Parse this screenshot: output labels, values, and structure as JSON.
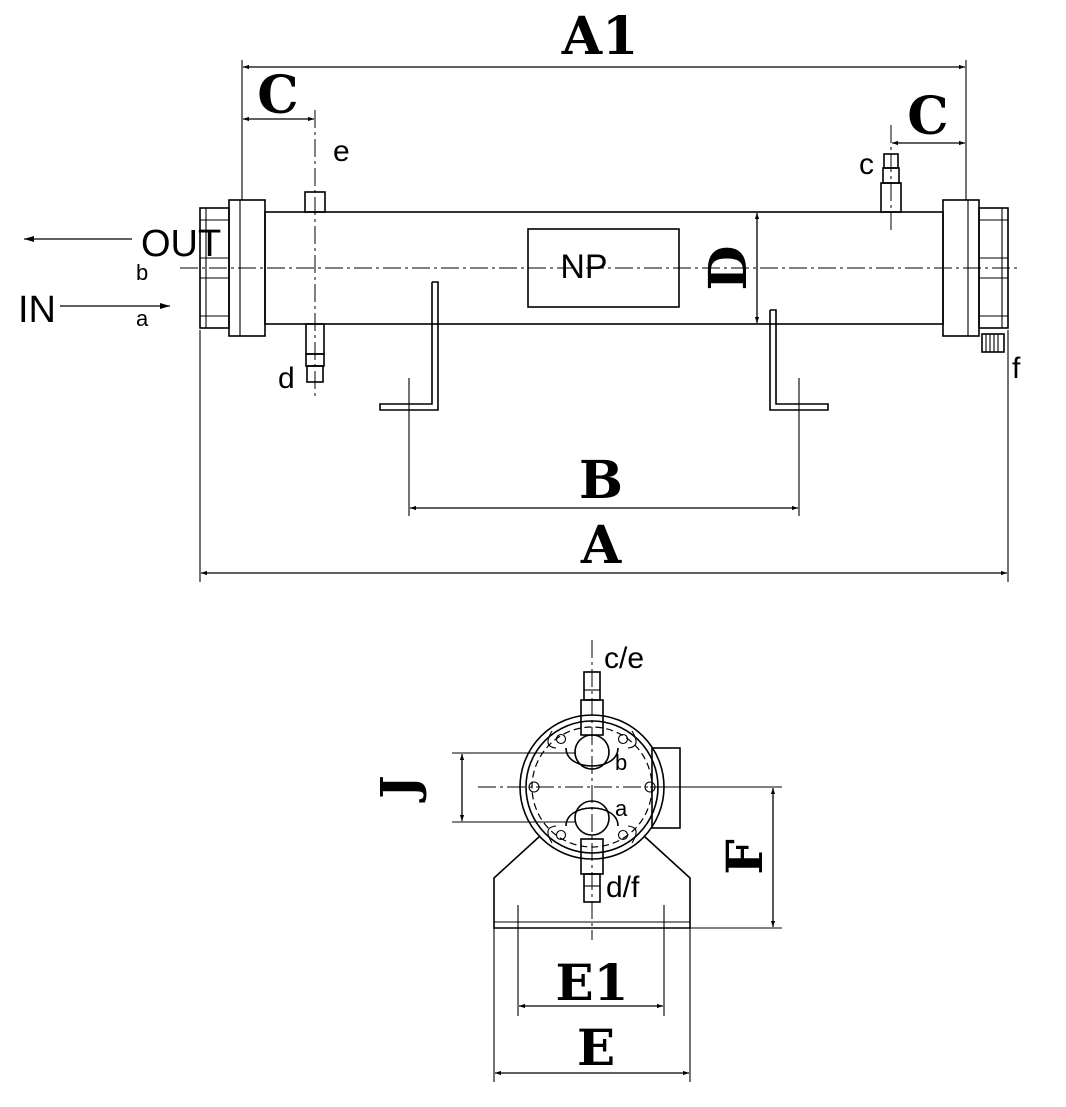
{
  "dimensions": {
    "A1": "A1",
    "C_left": "C",
    "C_right": "C",
    "D": "D",
    "B": "B",
    "A": "A",
    "J": "J",
    "F": "F",
    "E1": "E1",
    "E": "E"
  },
  "ports": {
    "out": "OUT",
    "in": "IN",
    "b": "b",
    "a": "a",
    "c": "c",
    "d": "d",
    "e": "e",
    "f": "f",
    "ce": "c/e",
    "df": "d/f",
    "b_end": "b",
    "a_end": "a"
  },
  "nameplate": "NP"
}
